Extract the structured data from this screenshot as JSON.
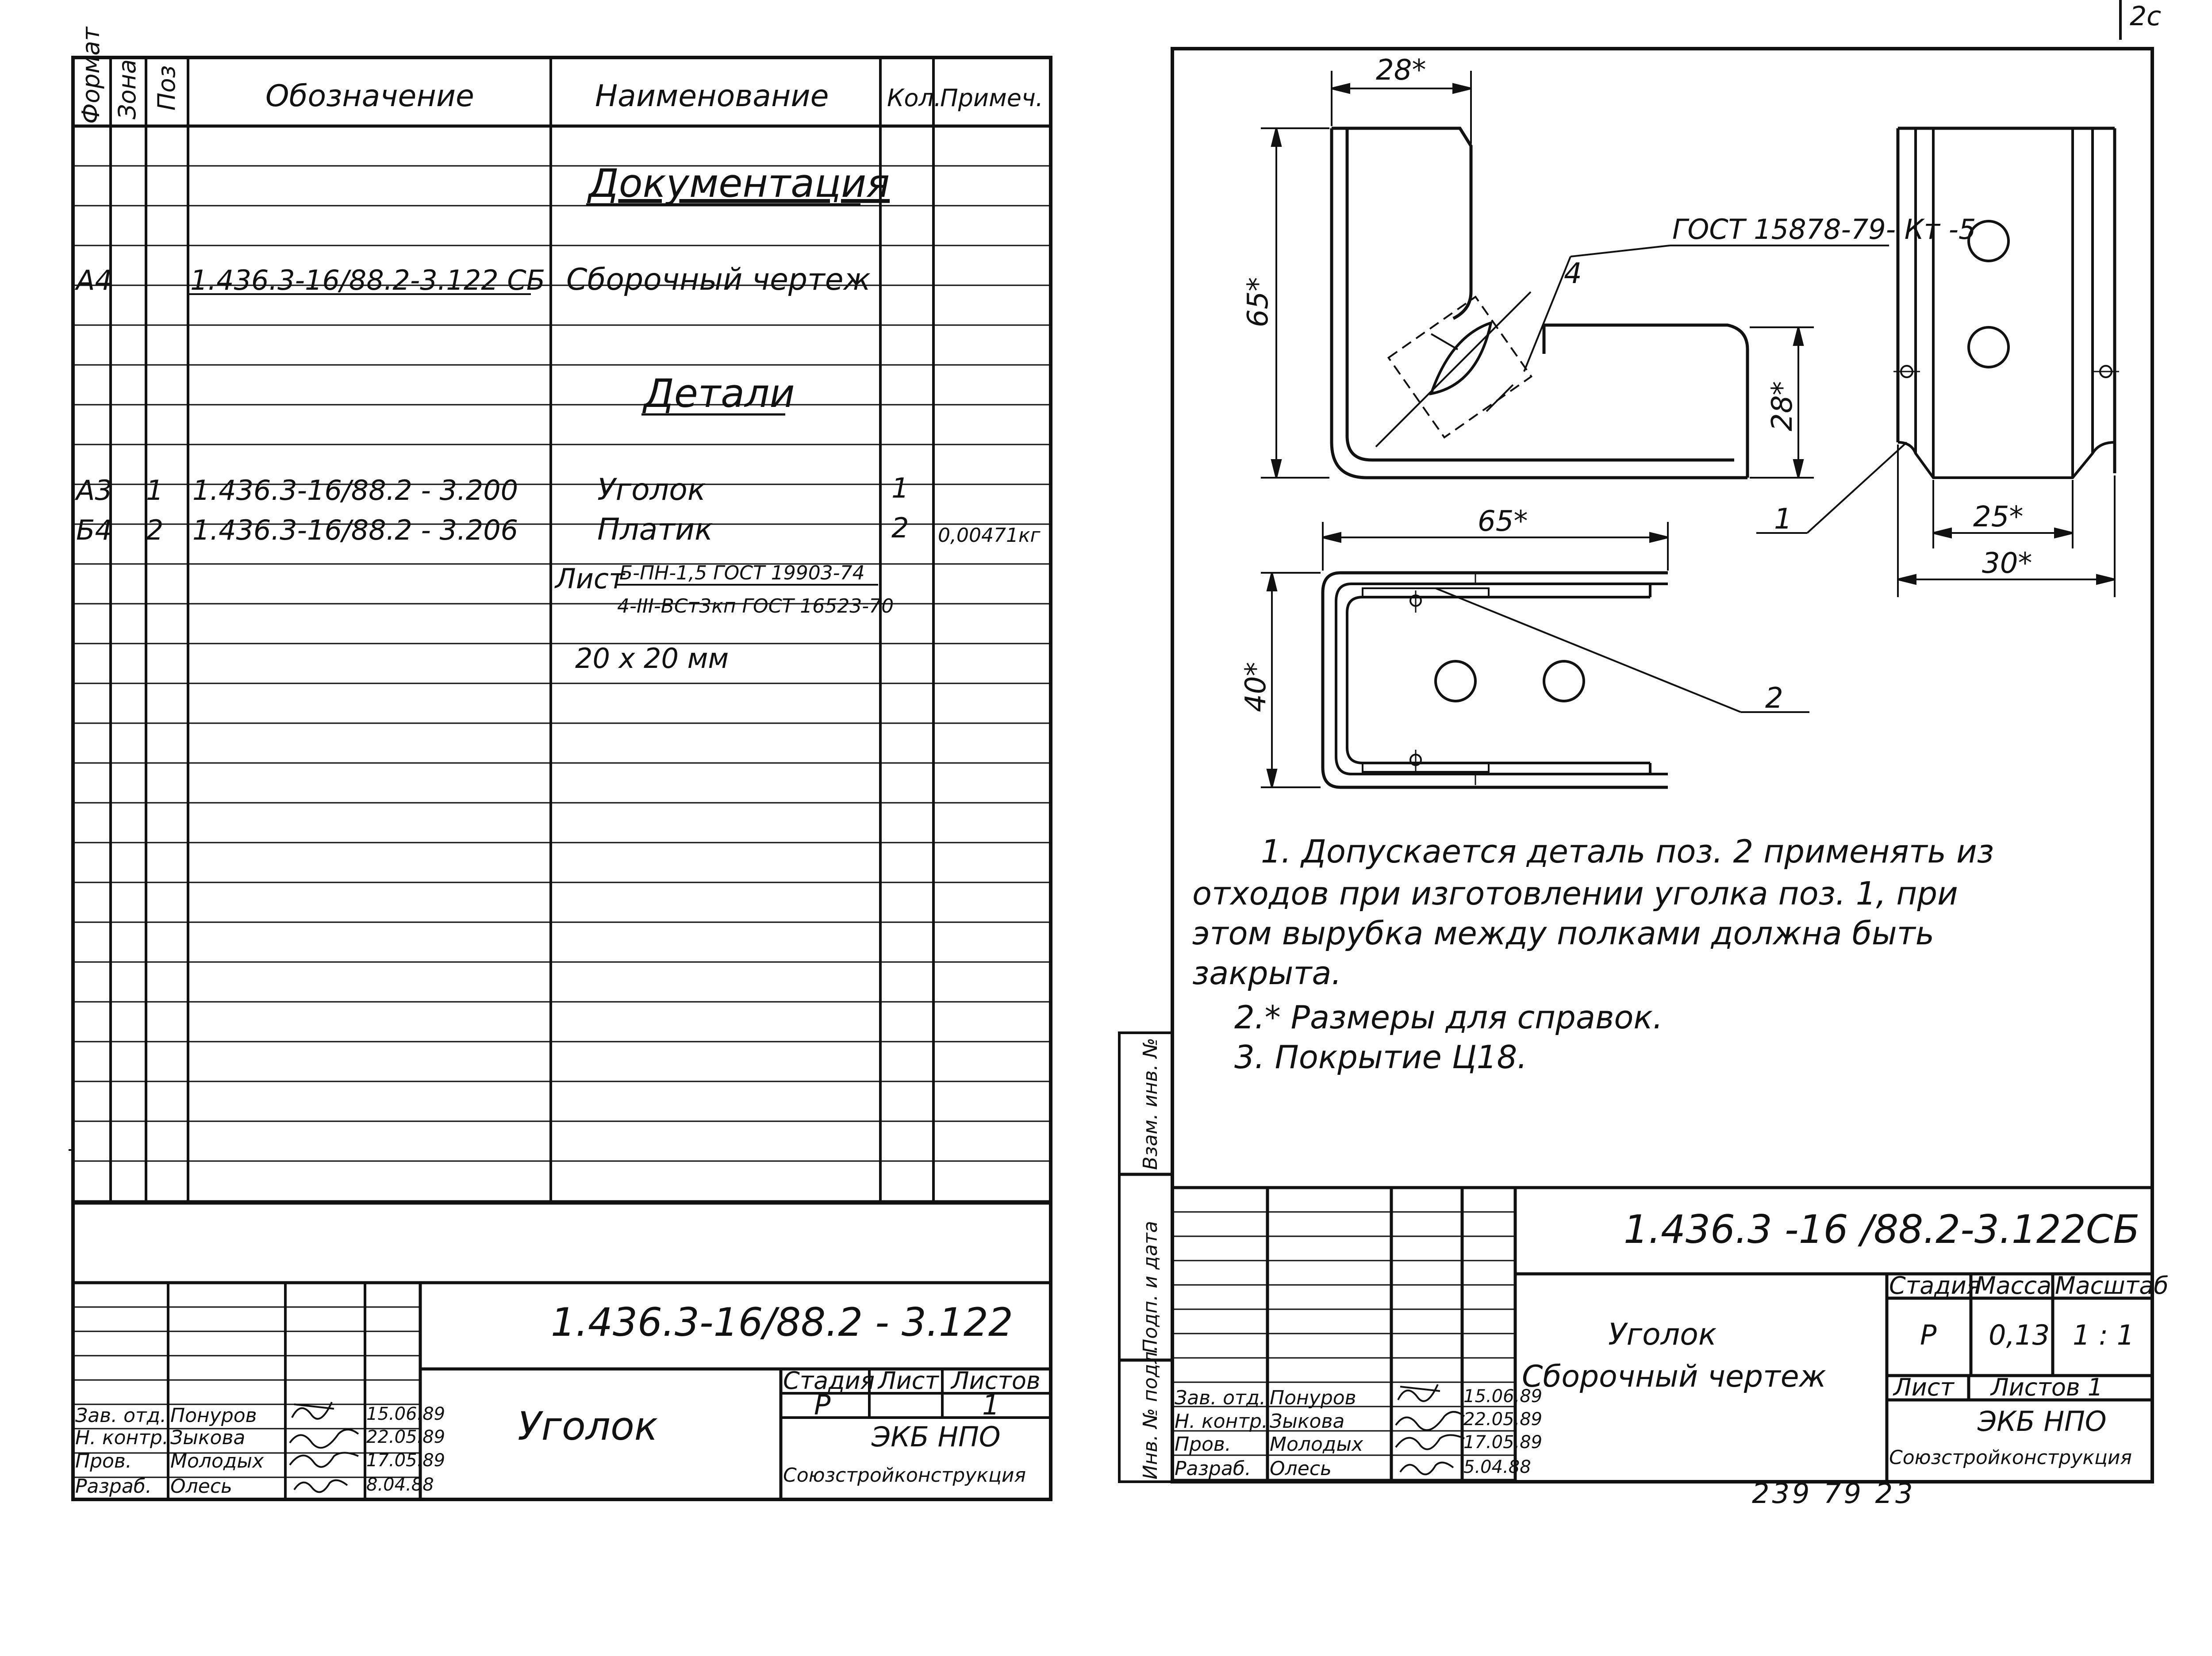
{
  "corner_sheet_number": "2c",
  "archive_number": "239 79   23",
  "spec_sheet": {
    "headers": {
      "format": "Формат",
      "zone": "Зона",
      "pos": "Поз",
      "designation": "Обозначение",
      "name": "Наименование",
      "qty": "Кол.",
      "note": "Примеч."
    },
    "section_documentation": "Документация",
    "section_parts": "Детали",
    "rows": [
      {
        "format": "А4",
        "pos": "",
        "designation": "1.436.3-16/88.2-3.122 СБ",
        "name": "Сборочный чертеж",
        "qty": "",
        "note": ""
      },
      {
        "format": "А3",
        "pos": "1",
        "designation": "1.436.3-16/88.2 - 3.200",
        "name": "Уголок",
        "qty": "1",
        "note": ""
      },
      {
        "format": "Б4",
        "pos": "2",
        "designation": "1.436.3-16/88.2 - 3.206",
        "name": "Платик",
        "qty": "2",
        "note": "0,00471кг"
      }
    ],
    "material": {
      "prefix": "Лист",
      "line1": "Б-ПН-1,5 ГОСТ 19903-74",
      "line2": "4-III-ВСт3кп ГОСТ 16523-70",
      "line3": "20 х 20 мм"
    },
    "title_block": {
      "doc_number": "1.436.3-16/88.2 - 3.122",
      "title": "Уголок",
      "stage_label": "Стадия",
      "sheet_label": "Лист",
      "sheets_label": "Листов",
      "stage": "Р",
      "sheets": "1",
      "org_line1": "ЭКБ   НПО",
      "org_line2": "Союзстройконструкция",
      "signatures": [
        {
          "role": "Зав. отд.",
          "name": "Понуров",
          "date": "15.06.89"
        },
        {
          "role": "Н. контр.",
          "name": "Зыкова",
          "date": "22.05.89"
        },
        {
          "role": "Пров.",
          "name": "Молодых",
          "date": "17.05.89"
        },
        {
          "role": "Разраб.",
          "name": "Олесь",
          "date": "8.04.88"
        }
      ]
    }
  },
  "drawing_sheet": {
    "side_labels": [
      "Инв. № подл.",
      "Подп. и дата",
      "Взам. инв. №"
    ],
    "dimensions": {
      "top_width": "28*",
      "height": "65*",
      "flange_height": "28*",
      "bottom_width": "65*",
      "bottom_height": "40*",
      "right_inner": "25*",
      "right_outer": "30*"
    },
    "weld_callout": "ГОСТ 15878-79- Кт -5",
    "weld_leader_number": "4",
    "position_labels": [
      "1",
      "2"
    ],
    "notes": [
      "1. Допускается  деталь  поз. 2  применять  из",
      "отходов  при  изготовлении  уголка  поз. 1,  при",
      "этом  вырубка  между  полками   должна   быть",
      "закрыта.",
      "2.* Размеры  для  справок.",
      "3.  Покрытие   Ц18."
    ],
    "title_block": {
      "doc_number": "1.436.3 -16 /88.2-3.122СБ",
      "title_line1": "Уголок",
      "title_line2": "Сборочный  чертеж",
      "stage_label": "Стадия",
      "mass_label": "Масса",
      "scale_label": "Масштаб",
      "stage": "Р",
      "mass": "0,13",
      "scale": "1 : 1",
      "sheet_label": "Лист",
      "sheets_label": "Листов 1",
      "org_line1": "ЭКБ   НПО",
      "org_line2": "Союзстройконструкция",
      "signatures": [
        {
          "role": "Зав. отд.",
          "name": "Понуров",
          "date": "15.06.89"
        },
        {
          "role": "Н. контр.",
          "name": "Зыкова",
          "date": "22.05.89"
        },
        {
          "role": "Пров.",
          "name": "Молодых",
          "date": "17.05.89"
        },
        {
          "role": "Разраб.",
          "name": "Олесь",
          "date": "5.04.88"
        }
      ]
    }
  }
}
